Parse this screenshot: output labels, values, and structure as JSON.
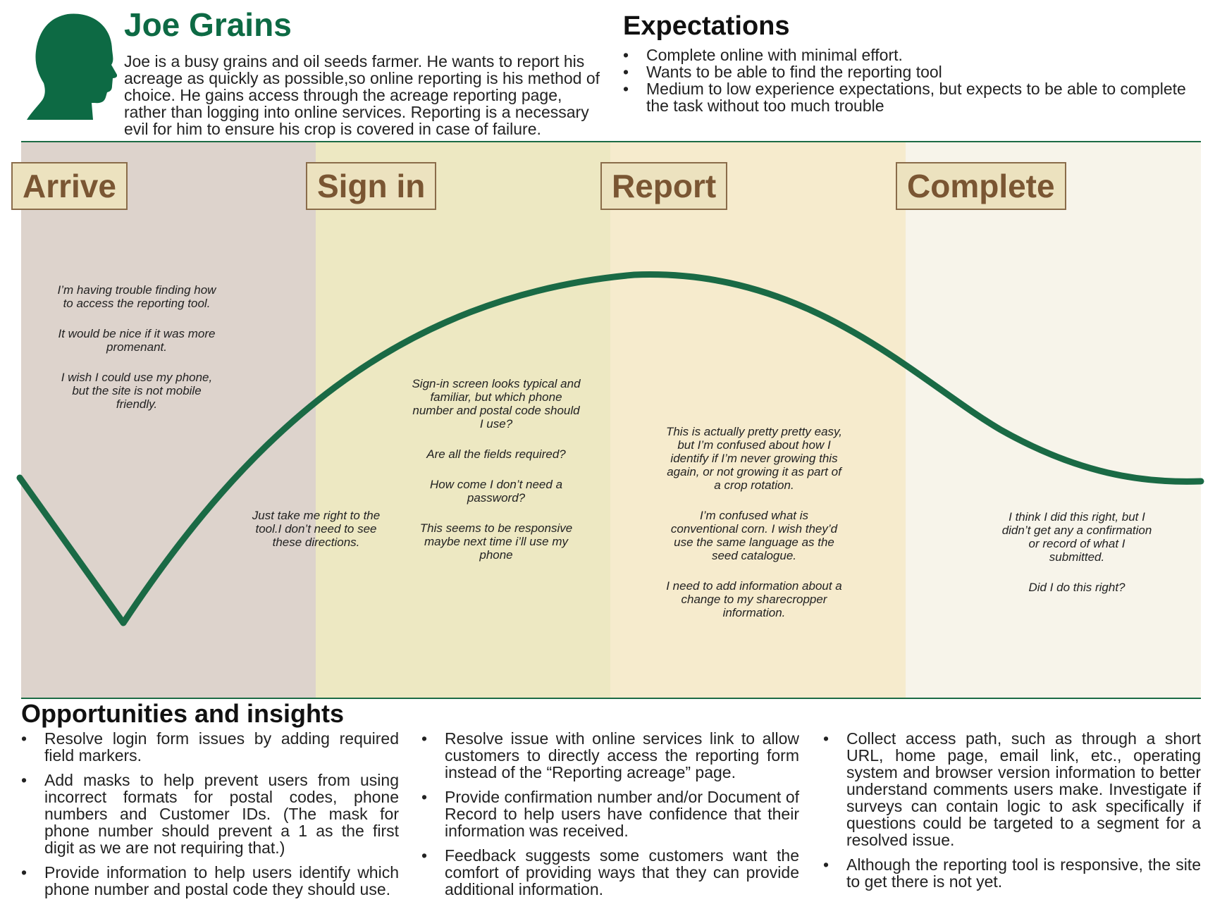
{
  "persona": {
    "name": "Joe Grains",
    "description": "Joe is a busy grains and oil seeds farmer. He wants to report his acreage as quickly as possible,so online reporting is his method of choice. He gains access through the acreage reporting page, rather than logging into online services. Reporting is a necessary evil for him to ensure his crop is covered in case of failure.",
    "icon": "person-silhouette-icon"
  },
  "expectations": {
    "title": "Expectations",
    "items": [
      "Complete online with minimal effort.",
      "Wants to be able to find the reporting tool",
      "Medium to low experience expectations, but expects to be able to complete the task without too much trouble"
    ]
  },
  "stages": [
    {
      "label": "Arrive",
      "quotes": [
        "I’m having trouble finding how to access the reporting tool.",
        "It would be nice if it was more promenant.",
        "I wish I could use my phone, but the site is not mobile friendly."
      ]
    },
    {
      "label": "Sign in",
      "quotes": [
        "Sign-in screen looks typical and familiar, but which phone number and postal code should I use?",
        "Are all the fields required?",
        "How come I don’t need a password?",
        "This seems to be responsive maybe next time i’ll use my phone"
      ]
    },
    {
      "label": "Report",
      "quotes": [
        "This is actually pretty pretty easy, but I’m confused about how I identify if I’m never growing this again, or not growing it as part of a crop rotation.",
        "I’m confused what is conventional corn. I wish they’d use the same language as the seed catalogue.",
        "I need to add information about a change to my sharecropper information."
      ]
    },
    {
      "label": "Complete",
      "quotes": [
        "I think I did this right, but I didn’t get any a confirmation or record of what I submitted.",
        "Did I do this right?"
      ]
    }
  ],
  "transition_quote": "Just take me right to the tool.I don’t need to see these directions.",
  "opportunities": {
    "title": "Opportunities and insights",
    "columns": [
      [
        "Resolve login form issues by adding required field markers.",
        "Add masks to help prevent users from using incorrect formats for postal codes, phone numbers and Customer IDs. (The mask for phone number should prevent a 1 as the first digit as we are not requiring that.)",
        "Provide information to help users identify which phone number and postal code they should use."
      ],
      [
        "Resolve issue with online services link to allow customers to directly access the reporting form instead of the “Reporting acreage” page.",
        "Provide confirmation number and/or Document of Record to help users have confidence that their information was received.",
        "Feedback suggests some customers want the comfort of providing ways that they can provide additional information."
      ],
      [
        "Collect access path, such as through a short URL, home page, email link, etc., operating system and browser version information to better understand comments users make. Investigate if surveys can contain logic to ask specifically if questions could be targeted to a segment for a resolved issue.",
        "Although the reporting tool is responsive, the site to get there is not yet."
      ]
    ]
  },
  "colors": {
    "brand_green": "#0d6a44",
    "curve_green": "#1a6a45",
    "stage_fill": "#ece2bf",
    "stage_border": "#8a6c4a",
    "stage_text": "#7a5633",
    "band_arrive": "#ddd3cc",
    "band_signin": "#ede8c2",
    "band_report": "#f6ebcd",
    "band_complete": "#f7f4ea"
  }
}
